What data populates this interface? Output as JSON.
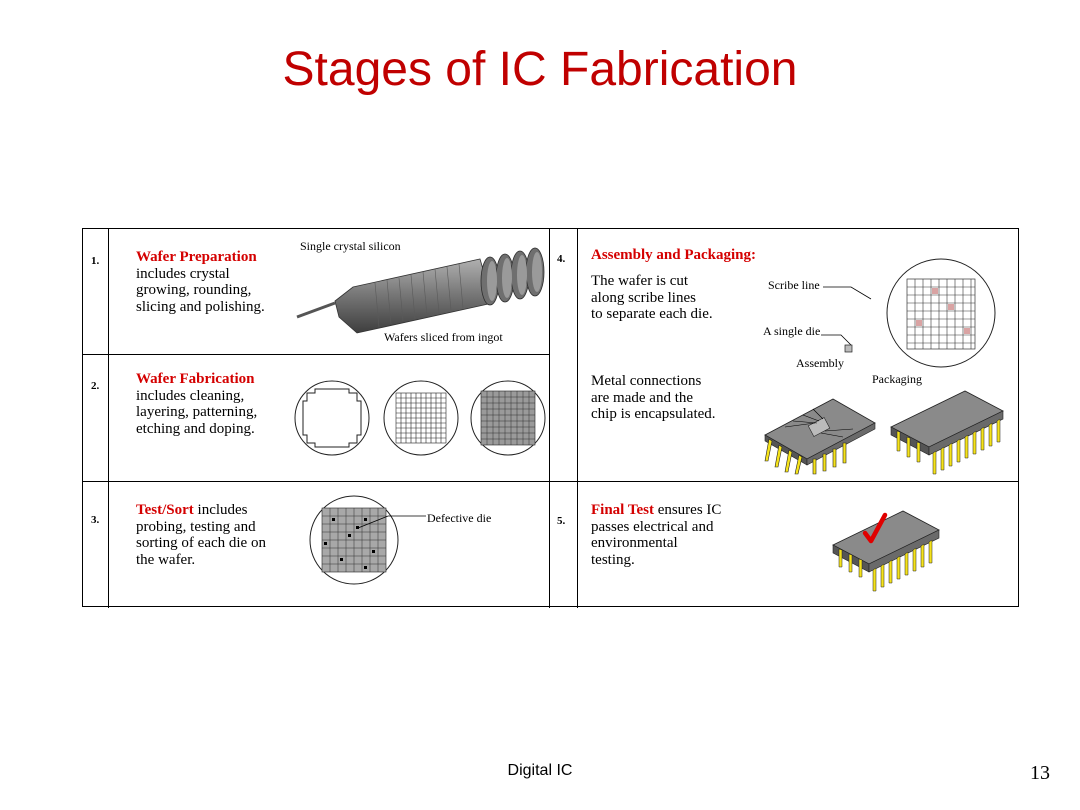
{
  "title": "Stages of IC Fabrication",
  "footer": {
    "label": "Digital IC",
    "page_number": "13"
  },
  "stages": {
    "s1": {
      "number": "1.",
      "name": "Wafer Preparation",
      "desc_lines": [
        "includes crystal",
        "growing, rounding,",
        "slicing and polishing."
      ]
    },
    "s2": {
      "number": "2.",
      "name": "Wafer Fabrication",
      "desc_lines": [
        "includes cleaning,",
        "layering, patterning,",
        "etching and doping."
      ]
    },
    "s3": {
      "number": "3.",
      "name": "Test/Sort",
      "name_suffix": " includes",
      "desc_lines": [
        "probing, testing and",
        "sorting of each die on",
        "the wafer."
      ]
    },
    "s4": {
      "number": "4.",
      "name": "Assembly and Packaging:",
      "desc_lines": [
        "The wafer is cut",
        "along scribe lines",
        "to separate each die."
      ],
      "desc2_lines": [
        "Metal connections",
        "are made and the",
        "chip is encapsulated."
      ]
    },
    "s5": {
      "number": "5.",
      "name": "Final Test",
      "name_suffix": " ensures IC",
      "desc_lines": [
        "passes electrical and",
        "environmental",
        "testing."
      ]
    }
  },
  "labels": {
    "single_crystal": "Single crystal silicon",
    "wafers_sliced": "Wafers sliced from ingot",
    "defective_die": "Defective die",
    "scribe_line": "Scribe line",
    "single_die": "A single die",
    "assembly": "Assembly",
    "packaging": "Packaging"
  },
  "colors": {
    "title": "#c00000",
    "stage_name": "#d40000",
    "pin": "#f5e21a",
    "chip": "#8a8a8a",
    "check": "#e00000"
  }
}
